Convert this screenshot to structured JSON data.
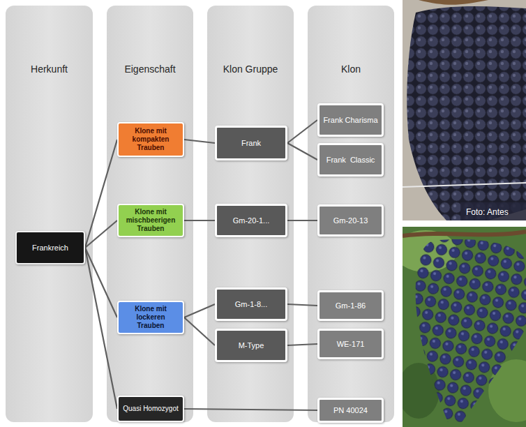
{
  "diagram": {
    "nodes": [
      {
        "text": [
          "Herkunft"
        ]
      },
      {
        "text": [
          "Frankreich"
        ],
        "in": 0
      },
      {
        "text": [
          "Eigenschaft"
        ]
      },
      {
        "text": [
          "Klone mit kompakten Trauben"
        ],
        "in": 2
      },
      {
        "text": [
          "Klone mit mischbeerigen Trauben"
        ],
        "in": 2
      },
      {
        "text": [
          "Klone mit lockeren Trauben"
        ],
        "in": 2
      },
      {
        "text": [
          "Quasi Homozygot"
        ],
        "in": 2
      },
      {
        "text": [
          "Klon Gruppe"
        ]
      },
      {
        "text": [
          "Frank"
        ],
        "in": 7
      },
      {
        "text": [
          "Gm-20-1..."
        ],
        "in": 7
      },
      {
        "text": [
          "Gm-1-8..."
        ],
        "in": 7
      },
      {
        "text": [
          "M-Type"
        ],
        "in": 7
      },
      {
        "text": [
          "Klon"
        ]
      },
      {
        "text": [
          "Frank Charisma"
        ],
        "in": 12
      },
      {
        "text": [
          "Frank  Classic"
        ],
        "in": 12
      },
      {
        "text": [
          "Gm-20-13"
        ],
        "in": 12
      },
      {
        "text": [
          "Gm-1-86"
        ],
        "in": 12
      },
      {
        "text": [
          "WE-171"
        ],
        "in": 12
      },
      {
        "text": [
          "PN 40024"
        ],
        "in": 12
      }
    ],
    "edges": [
      {
        "from": 1,
        "to": 3,
        "arrow": "none"
      },
      {
        "from": 1,
        "to": 4,
        "arrow": "none"
      },
      {
        "from": 1,
        "to": 5,
        "arrow": "none"
      },
      {
        "from": 1,
        "to": 6,
        "arrow": "none"
      },
      {
        "from": 3,
        "to": 8,
        "arrow": "none"
      },
      {
        "from": 4,
        "to": 9,
        "arrow": "none"
      },
      {
        "from": 5,
        "to": 10,
        "arrow": "none"
      },
      {
        "from": 5,
        "to": 11,
        "arrow": "none"
      },
      {
        "from": 6,
        "to": 18,
        "arrow": "none"
      },
      {
        "from": 8,
        "to": 13,
        "arrow": "none"
      },
      {
        "from": 8,
        "to": 14,
        "arrow": "none"
      },
      {
        "from": 9,
        "to": 15,
        "arrow": "none"
      },
      {
        "from": 10,
        "to": 16,
        "arrow": "none"
      },
      {
        "from": 11,
        "to": 17,
        "arrow": "none"
      }
    ],
    "labels": [
      "Foto: Antes"
    ]
  }
}
